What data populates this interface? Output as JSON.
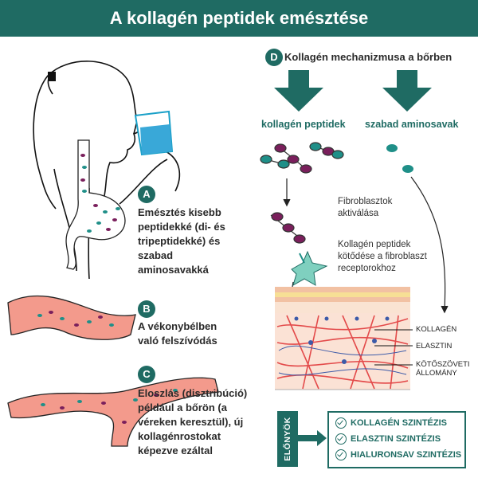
{
  "title": "A kollagén peptidek emésztése",
  "steps": {
    "a": {
      "badge": "A",
      "text": "Emésztés kisebb peptidekké (di- és tripeptidekké) és szabad aminosavakká"
    },
    "b": {
      "badge": "B",
      "text": "A vékonybélben való felszívódás"
    },
    "c": {
      "badge": "C",
      "text": "Eloszlás (disztribúció) például a bőrön (a véreken keresztül), új kollagénrostokat képezve ezáltal"
    },
    "d": {
      "badge": "D",
      "text": "Kollagén mechanizmusa a bőrben"
    }
  },
  "arrows": {
    "left": "kollagén peptidek",
    "right": "szabad aminosavak"
  },
  "notes": {
    "fibro": "Fibroblasztok aktiválása",
    "bind": "Kollagén peptidek kötődése a fibroblaszt receptorokhoz"
  },
  "skin_labels": {
    "kollagen": "KOLLAGÉN",
    "elasztin": "ELASZTIN",
    "kotoszoveti": "KÖTŐSZÖVETI ÁLLOMÁNY"
  },
  "benefits": {
    "tab": "ELŐNYÖK",
    "items": [
      "KOLLAGÉN SZINTÉZIS",
      "ELASZTIN SZINTÉZIS",
      "HIALURONSAV SZINTÉZIS"
    ]
  },
  "colors": {
    "teal": "#1f6b63",
    "purple": "#7a1f5c",
    "vessel": "#f39a8c",
    "skin": "#f4c8b0"
  }
}
